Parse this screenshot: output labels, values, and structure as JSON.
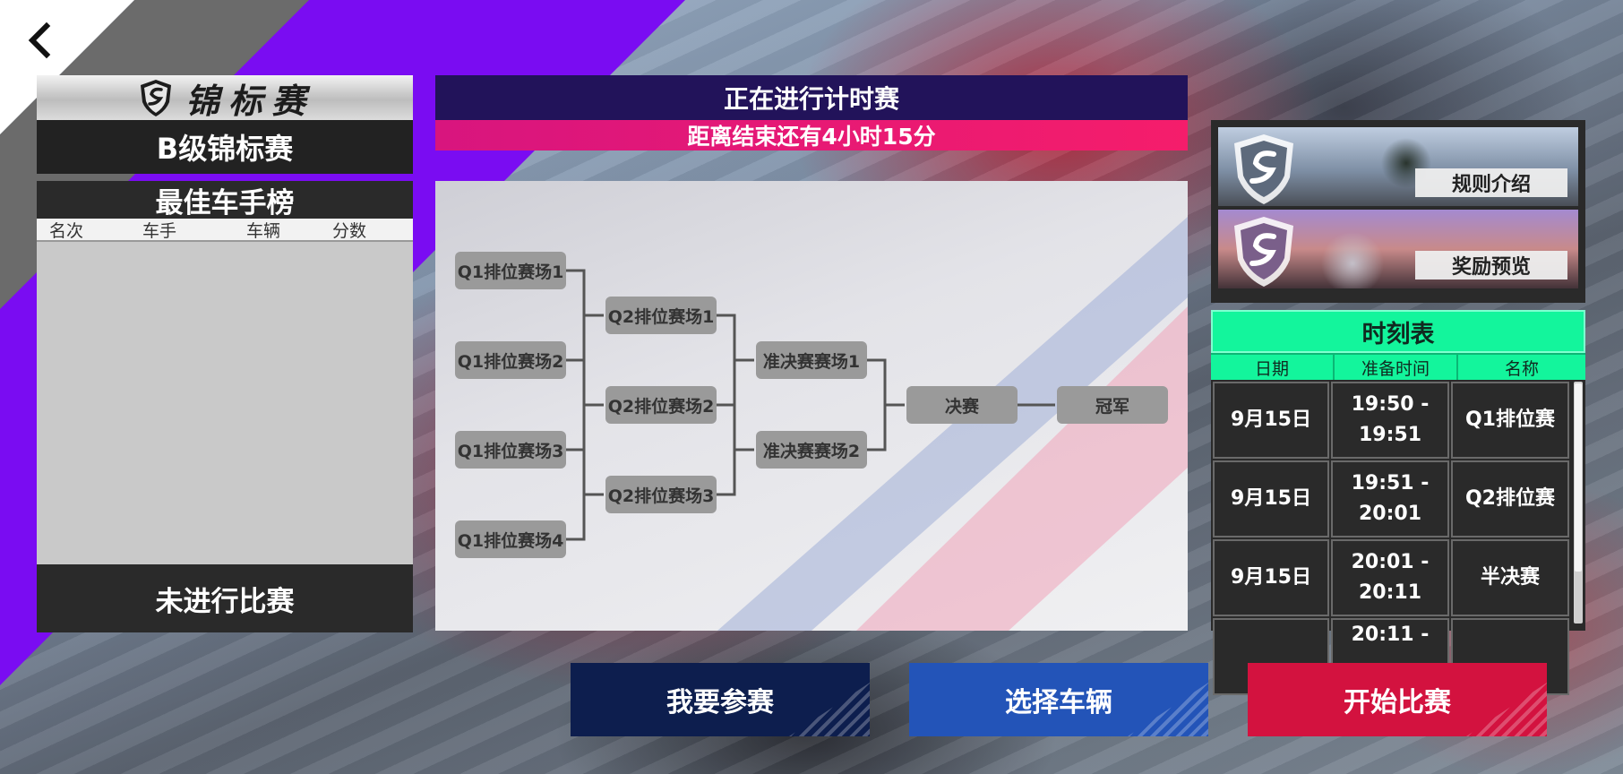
{
  "header": {
    "banner_title": "锦标赛",
    "class_name": "B级锦标赛"
  },
  "leaderboard": {
    "title": "最佳车手榜",
    "columns": [
      "名次",
      "车手",
      "车辆",
      "分数"
    ],
    "footer": "未进行比赛"
  },
  "status": {
    "current": "正在进行计时赛",
    "countdown": "距离结束还有4小时15分"
  },
  "bracket": {
    "q1": [
      "Q1排位赛场1",
      "Q1排位赛场2",
      "Q1排位赛场3",
      "Q1排位赛场4"
    ],
    "q2": [
      "Q2排位赛场1",
      "Q2排位赛场2",
      "Q2排位赛场3"
    ],
    "semi": [
      "准决赛赛场1",
      "准决赛赛场2"
    ],
    "final": "决赛",
    "champion": "冠军"
  },
  "promos": {
    "rules": "规则介绍",
    "rewards": "奖励预览"
  },
  "schedule": {
    "title": "时刻表",
    "columns": [
      "日期",
      "准备时间",
      "名称"
    ],
    "rows": [
      {
        "date": "9月15日",
        "time_start": "19:50 -",
        "time_end": "19:51",
        "name": "Q1排位赛"
      },
      {
        "date": "9月15日",
        "time_start": "19:51 -",
        "time_end": "20:01",
        "name": "Q2排位赛"
      },
      {
        "date": "9月15日",
        "time_start": "20:01 -",
        "time_end": "20:11",
        "name": "半决赛"
      },
      {
        "date": "",
        "time_start": "20:11 -",
        "time_end": "",
        "name": ""
      }
    ]
  },
  "actions": {
    "join": "我要参赛",
    "select_vehicle": "选择车辆",
    "start": "开始比赛"
  },
  "colors": {
    "accent_purple": "#7a0cf2",
    "accent_pink": "#f51d6b",
    "schedule_green": "#13f59c",
    "join_btn": "#0d1e4e",
    "vehicle_btn": "#2354b8",
    "start_btn": "#d3123f"
  }
}
